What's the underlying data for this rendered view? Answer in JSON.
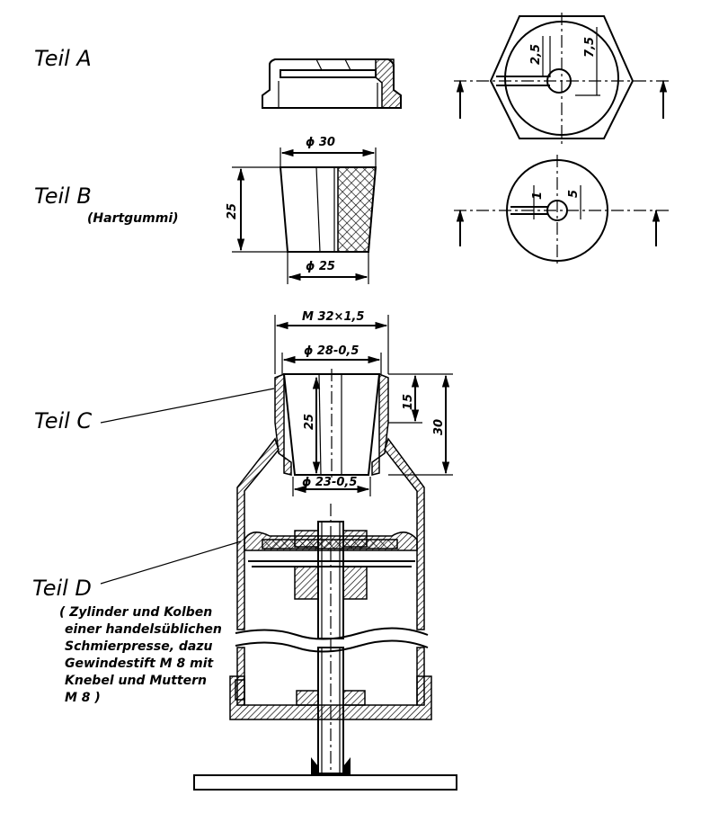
{
  "parts": {
    "a": {
      "label": "Teil A"
    },
    "b": {
      "label": "Teil B",
      "material": "(Hartgummi)"
    },
    "c": {
      "label": "Teil C"
    },
    "d": {
      "label": "Teil D",
      "note_lines": [
        "( Zylinder und Kolben",
        "einer handelsüblichen",
        "Schmierpresse, dazu",
        "Gewindestift M 8 mit",
        "Knebel und Muttern",
        "M 8 )"
      ]
    }
  },
  "dimensions": {
    "a_slot_2_5": "2,5",
    "a_7_5": "7,5",
    "b_dia_30": "ϕ 30",
    "b_height_25": "25",
    "b_dia_25": "ϕ 25",
    "b_slot_1": "1",
    "b_5": "5",
    "c_thread": "M 32×1,5",
    "c_dia_28": "ϕ 28-0,5",
    "c_height_25": "25",
    "c_15": "15",
    "c_30": "30",
    "c_dia_23": "ϕ 23-0,5"
  }
}
